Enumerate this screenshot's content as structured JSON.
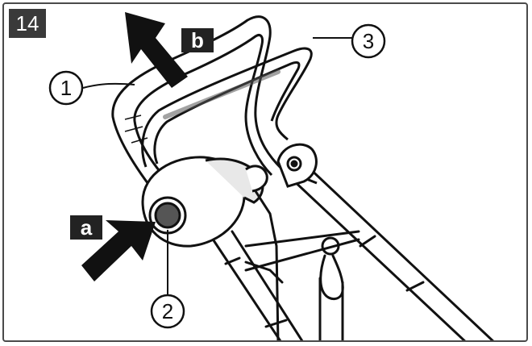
{
  "figure": {
    "number": "14",
    "callouts": [
      {
        "id": "callout-1",
        "label": "1"
      },
      {
        "id": "callout-2",
        "label": "2"
      },
      {
        "id": "callout-3",
        "label": "3"
      }
    ],
    "step_tags": [
      {
        "id": "step-a",
        "label": "a"
      },
      {
        "id": "step-b",
        "label": "b"
      }
    ]
  },
  "colors": {
    "ink": "#111111",
    "badge_bg": "#3a3a3a",
    "knob": "#555555",
    "frame": "#4a4a4a"
  }
}
